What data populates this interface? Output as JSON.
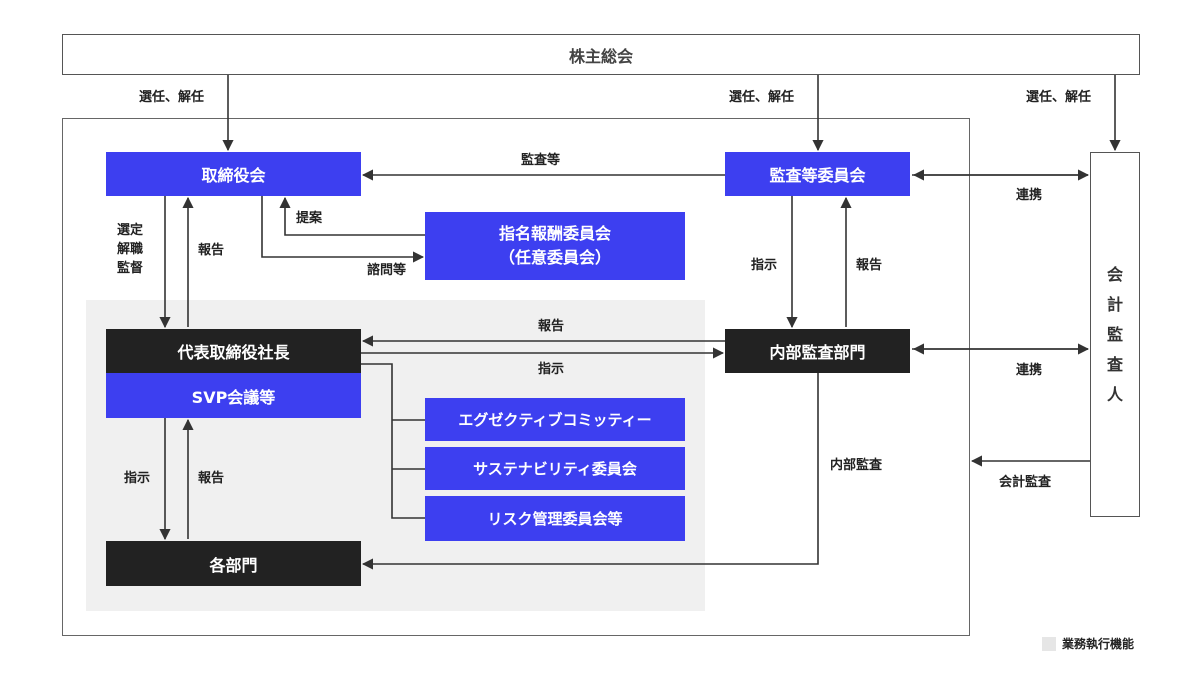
{
  "boxes": {
    "shareholders": "株主総会",
    "board": "取締役会",
    "audit_committee": "監査等委員会",
    "nomination_committee_line1": "指名報酬委員会",
    "nomination_committee_line2": "（任意委員会）",
    "president": "代表取締役社長",
    "svp": "SVP会議等",
    "executive_committee": "エグゼクティブコミッティー",
    "sustainability_committee": "サステナビリティ委員会",
    "risk_committee": "リスク管理委員会等",
    "internal_audit": "内部監査部門",
    "departments": "各部門",
    "accounting_auditor": [
      "会",
      "計",
      "監",
      "査",
      "人"
    ]
  },
  "labels": {
    "elect_1": "選任、解任",
    "elect_2": "選任、解任",
    "elect_3": "選任、解任",
    "audit_etc": "監査等",
    "proposal": "提案",
    "consult": "諮問等",
    "select_line1": "選定",
    "select_line2": "解職",
    "select_line3": "監督",
    "report_board": "報告",
    "instruct_audit": "指示",
    "report_audit": "報告",
    "report_mid": "報告",
    "instruct_mid": "指示",
    "coop_1": "連携",
    "coop_2": "連携",
    "instruct_dept": "指示",
    "report_dept": "報告",
    "internal_audit_label": "内部監査",
    "accounting_audit": "会計監査"
  },
  "legend": {
    "label": "業務執行機能",
    "color": "#e6e6e6"
  },
  "colors": {
    "blue": "#3d3ff0",
    "dark": "#222222",
    "shade": "#f0f0f0",
    "line": "#333333"
  }
}
